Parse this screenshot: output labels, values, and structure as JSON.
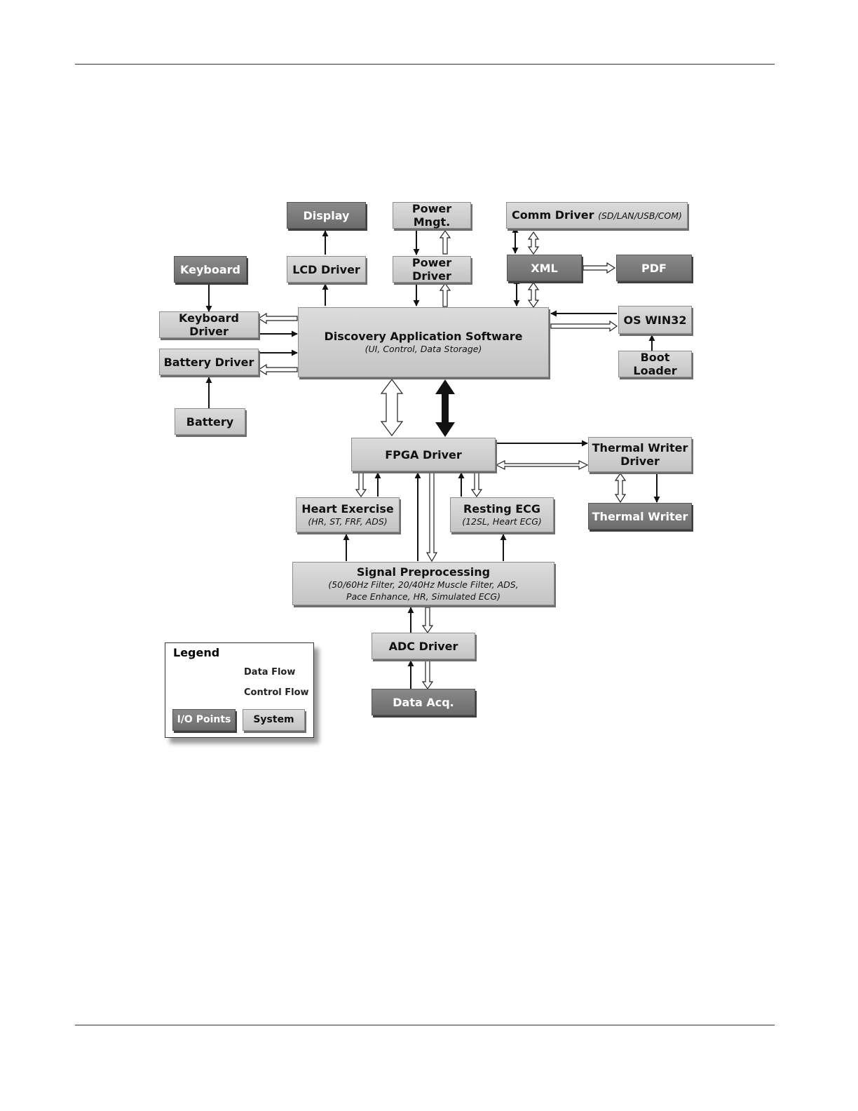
{
  "boxes": {
    "display": "Display",
    "power_mngt": "Power Mngt.",
    "comm_driver": "Comm Driver",
    "comm_driver_note": "(SD/LAN/USB/COM)",
    "keyboard": "Keyboard",
    "lcd_driver": "LCD Driver",
    "power_driver": "Power Driver",
    "xml": "XML",
    "pdf": "PDF",
    "keyboard_driver": "Keyboard Driver",
    "battery_driver": "Battery Driver",
    "battery": "Battery",
    "das_title": "Discovery Application Software",
    "das_sub": "(UI, Control, Data Storage)",
    "os_win32": "OS WIN32",
    "boot_loader": "Boot Loader",
    "fpga_driver": "FPGA Driver",
    "thermal_writer_driver_1": "Thermal Writer",
    "thermal_writer_driver_2": "Driver",
    "thermal_writer": "Thermal Writer",
    "heart_exercise": "Heart Exercise",
    "heart_exercise_sub": "(HR, ST, FRF, ADS)",
    "resting_ecg": "Resting ECG",
    "resting_ecg_sub": "(12SL, Heart ECG)",
    "signal_title": "Signal Preprocessing",
    "signal_sub1": "(50/60Hz Filter,  20/40Hz Muscle Filter, ADS,",
    "signal_sub2": "Pace Enhance, HR, Simulated ECG)",
    "adc_driver": "ADC Driver",
    "data_acq": "Data Acq."
  },
  "legend": {
    "title": "Legend",
    "data_flow": "Data Flow",
    "control_flow": "Control Flow",
    "io_points": "I/O Points",
    "system": "System"
  }
}
